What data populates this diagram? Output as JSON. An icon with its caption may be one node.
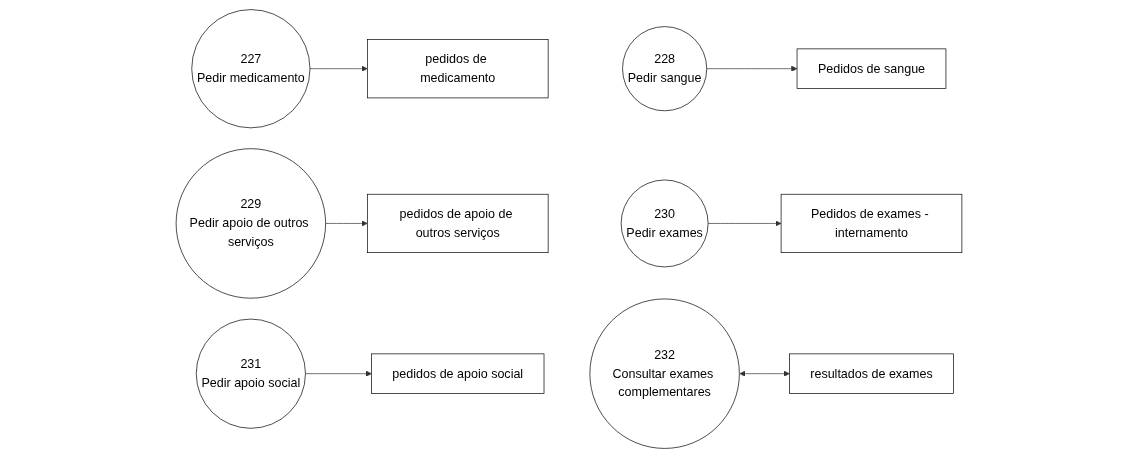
{
  "diagram": {
    "nodes": [
      {
        "text": [
          "227",
          "Pedir medicamento"
        ]
      },
      {
        "text": [
          "pedidos de medicamento"
        ]
      },
      {
        "text": [
          "228",
          "Pedir sangue"
        ]
      },
      {
        "text": [
          "Pedidos de sangue"
        ]
      },
      {
        "text": [
          "229",
          "Pedir apoio de outros serviços"
        ]
      },
      {
        "text": [
          "pedidos de apoio de outros serviços"
        ]
      },
      {
        "text": [
          "230",
          "Pedir exames"
        ]
      },
      {
        "text": [
          "Pedidos de exames - internamento"
        ]
      },
      {
        "text": [
          "231",
          "Pedir apoio social"
        ]
      },
      {
        "text": [
          "pedidos de apoio social"
        ]
      },
      {
        "text": [
          "232",
          "Consultar exames complementares"
        ]
      },
      {
        "text": [
          "resultados de exames"
        ]
      }
    ],
    "edges": [
      {
        "from": 0,
        "to": 1,
        "arrow": "to"
      },
      {
        "from": 2,
        "to": 3,
        "arrow": "to"
      },
      {
        "from": 4,
        "to": 5,
        "arrow": "to"
      },
      {
        "from": 6,
        "to": 7,
        "arrow": "to"
      },
      {
        "from": 8,
        "to": 9,
        "arrow": "to"
      },
      {
        "from": 10,
        "to": 11,
        "arrow": "both"
      }
    ]
  }
}
